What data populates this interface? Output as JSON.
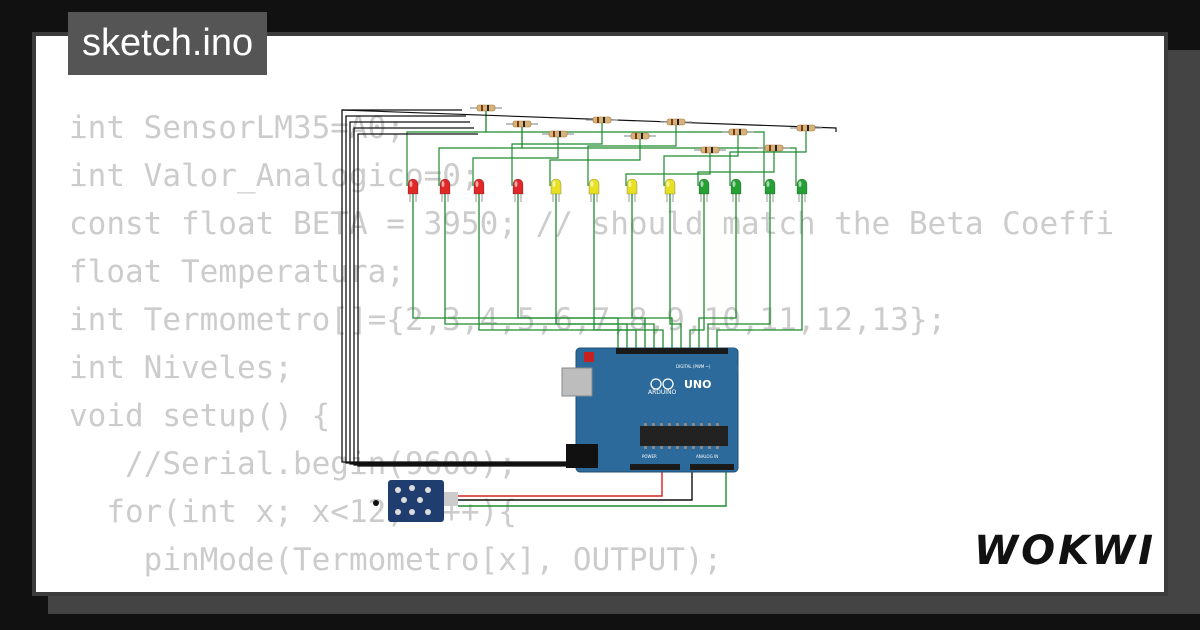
{
  "file_tab": {
    "label": "sketch.ino"
  },
  "logo": {
    "text": "WOKWI"
  },
  "code_lines": [
    "int SensorLM35=A0;",
    "int Valor_Analogico=0;",
    "const float BETA = 3950; // should match the Beta Coeffi",
    "float Temperatura;",
    "int Termometro[]={2,3,4,5,6,7,8,9,10,11,12,13};",
    "int Niveles;",
    "void setup() {",
    "   //Serial.begin(9600);",
    "  for(int x; x<12; x++){",
    "    pinMode(Termometro[x], OUTPUT);",
    "  }"
  ],
  "board": {
    "logo_text": "UNO",
    "brand": "ARDUINO",
    "header_label": "DIGITAL (PWM ~)",
    "power_label": "POWER",
    "analog_label": "ANALOG IN"
  },
  "led_colors": [
    "red",
    "red",
    "red",
    "red",
    "yellow",
    "yellow",
    "yellow",
    "yellow",
    "green",
    "green",
    "green",
    "green"
  ],
  "colors": {
    "background": "#111111",
    "card": "#ffffff",
    "code_text": "#cccccc",
    "board": "#2b6a9b",
    "wire_green": "#1e8a2e",
    "wire_black": "#111111",
    "wire_red": "#d62222",
    "led_red": "#e02828",
    "led_yellow": "#e8e020",
    "led_green": "#25a035"
  }
}
